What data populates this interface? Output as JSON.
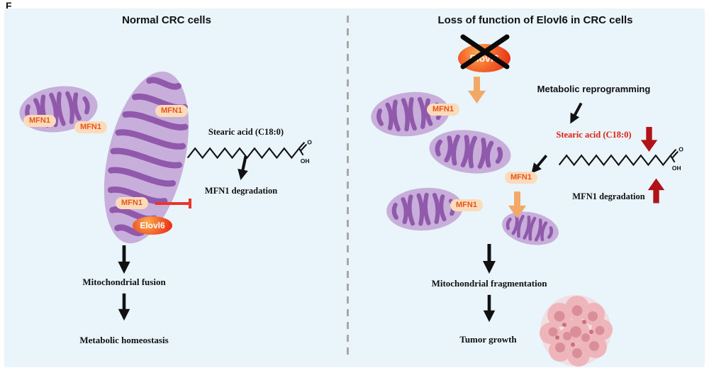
{
  "figure_label": "F",
  "labels": {
    "mfn1": "MFN1",
    "elovl6": "Elovl6",
    "carboxyl_o": "O",
    "carboxyl_oh": "OH"
  },
  "left_panel": {
    "title": "Normal CRC cells",
    "stearic_acid": "Stearic acid (C18:0)",
    "mfn1_degradation": "MFN1 degradation",
    "outcome_primary": "Mitochondrial fusion",
    "outcome_secondary": "Metabolic homeostasis"
  },
  "right_panel": {
    "title": "Loss of function of Elovl6 in CRC cells",
    "metabolic_reprogramming": "Metabolic reprogramming",
    "stearic_acid": "Stearic acid (C18:0)",
    "mfn1_degradation": "MFN1 degradation",
    "outcome_primary": "Mitochondrial fragmentation",
    "outcome_secondary": "Tumor growth"
  },
  "colors": {
    "background": "#e9f4fb",
    "mitochondria_outer": "#c8aeda",
    "mitochondria_cristae": "#9159ac",
    "mfn1_badge_bg": "#fcdbba",
    "mfn1_badge_text": "#e8541b",
    "elovl6_orange": "#ffab4e",
    "elovl6_red": "#e7230f",
    "inhibition_bar": "#e8362a",
    "emphasis_arrow": "#b01218",
    "flux_arrow": "#f2a866",
    "stearic_text_highlight": "#e01e14"
  }
}
